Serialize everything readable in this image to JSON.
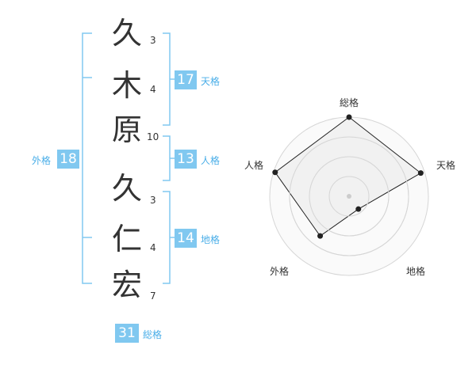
{
  "surname": [
    {
      "char": "久",
      "strokes": "3"
    },
    {
      "char": "木",
      "strokes": "4"
    },
    {
      "char": "原",
      "strokes": "10"
    }
  ],
  "given": [
    {
      "char": "久",
      "strokes": "3"
    },
    {
      "char": "仁",
      "strokes": "4"
    },
    {
      "char": "宏",
      "strokes": "7"
    }
  ],
  "kakusu": {
    "tenkaku": {
      "value": "17",
      "label": "天格"
    },
    "jinkaku": {
      "value": "13",
      "label": "人格"
    },
    "chikaku": {
      "value": "14",
      "label": "地格"
    },
    "gaikaku": {
      "value": "18",
      "label": "外格"
    },
    "soukaku": {
      "value": "31",
      "label": "総格"
    }
  },
  "radar": {
    "axes": [
      "総格",
      "天格",
      "地格",
      "外格",
      "人格"
    ],
    "values": [
      1.0,
      0.95,
      0.2,
      0.62,
      0.98
    ],
    "levels": 4
  },
  "colors": {
    "accent": "#80c8f0",
    "accent_text": "#4aaee8",
    "bracket": "#80c8f0",
    "radar_fill": "#efefef",
    "radar_grid": "#d6d6d6",
    "radar_line": "#222222"
  }
}
